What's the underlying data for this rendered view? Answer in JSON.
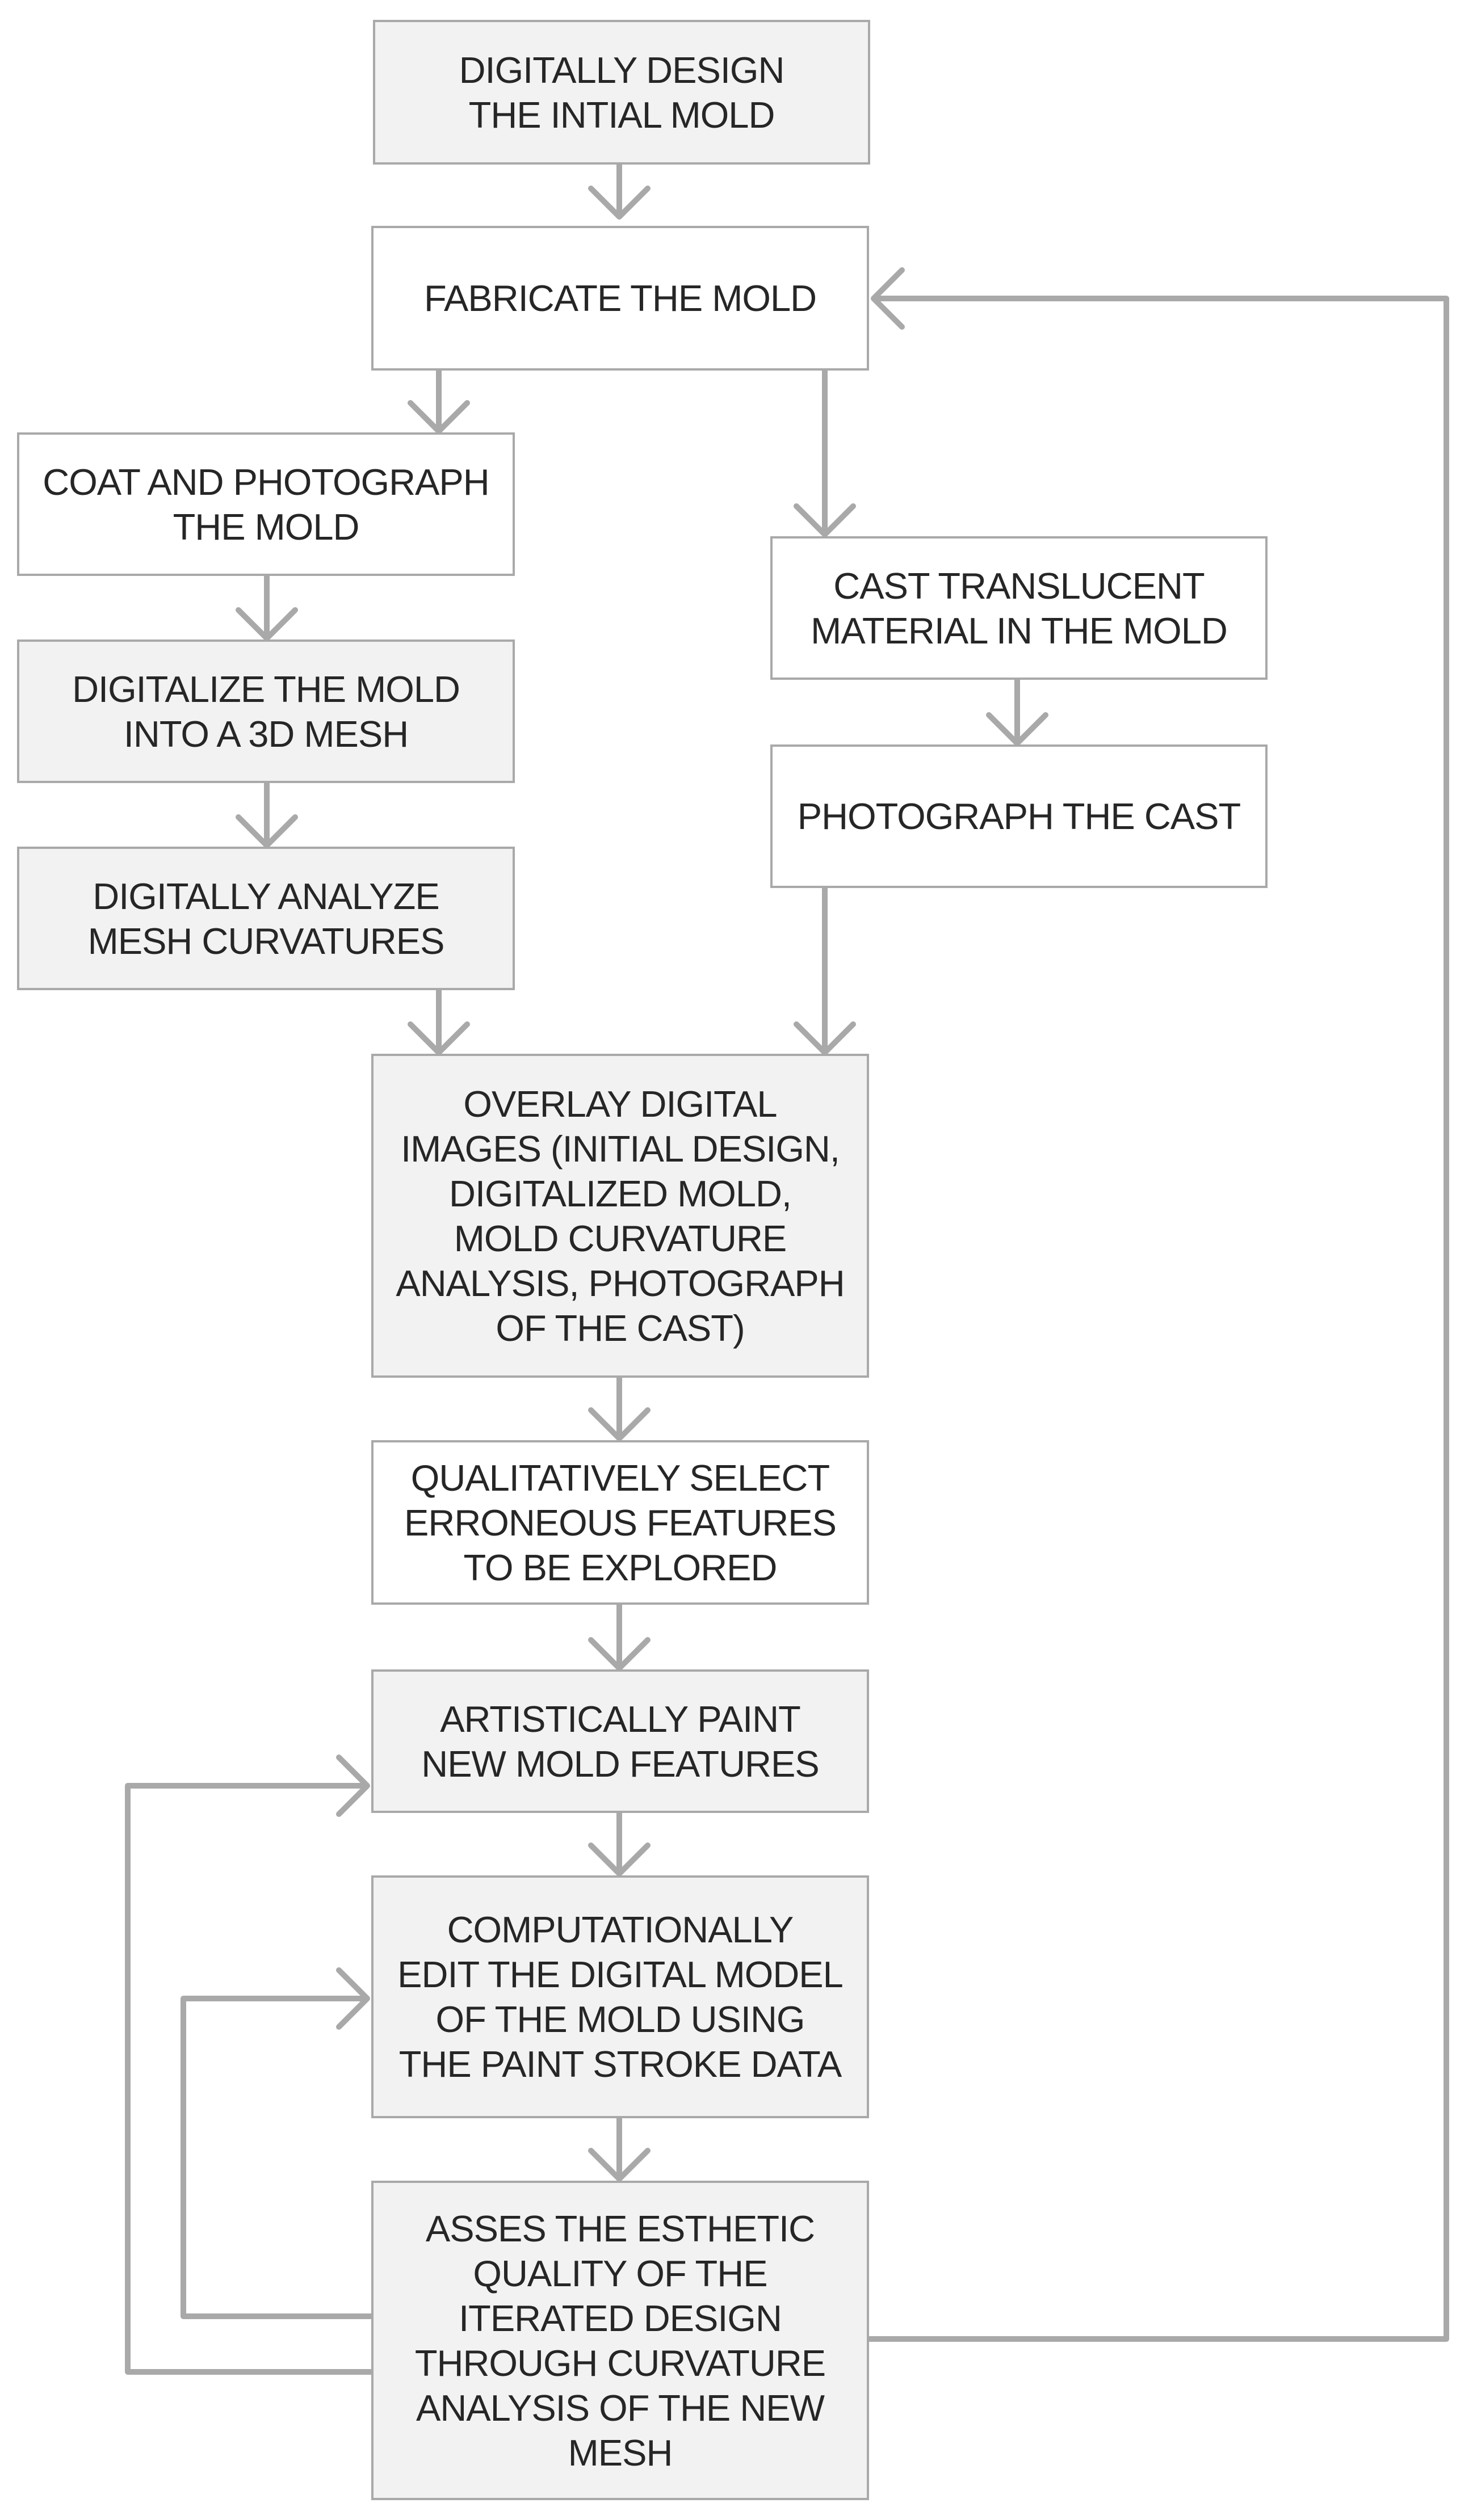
{
  "diagram": {
    "nodes": [
      {
        "id": "design",
        "text": "DIGITALLY DESIGN\nTHE INTIAL MOLD"
      },
      {
        "id": "fabricate",
        "text": "FABRICATE THE MOLD"
      },
      {
        "id": "coat",
        "text": "COAT AND PHOTOGRAPH\nTHE MOLD"
      },
      {
        "id": "digitalize",
        "text": "DIGITALIZE THE MOLD\nINTO A 3D MESH"
      },
      {
        "id": "analyze",
        "text": "DIGITALLY ANALYZE\nMESH CURVATURES"
      },
      {
        "id": "cast",
        "text": "CAST TRANSLUCENT\nMATERIAL IN THE MOLD"
      },
      {
        "id": "photo-cast",
        "text": "PHOTOGRAPH THE CAST"
      },
      {
        "id": "overlay",
        "text": "OVERLAY DIGITAL\nIMAGES (INITIAL DESIGN,\nDIGITALIZED MOLD,\nMOLD CURVATURE\nANALYSIS, PHOTOGRAPH\nOF THE CAST)"
      },
      {
        "id": "select",
        "text": "QUALITATIVELY SELECT\nERRONEOUS FEATURES\nTO BE EXPLORED"
      },
      {
        "id": "paint",
        "text": "ARTISTICALLY PAINT\nNEW MOLD FEATURES"
      },
      {
        "id": "edit",
        "text": "COMPUTATIONALLY\nEDIT THE DIGITAL MODEL\nOF THE MOLD USING\nTHE PAINT STROKE DATA"
      },
      {
        "id": "assess",
        "text": "ASSES THE ESTHETIC\nQUALITY OF THE\nITERATED DESIGN\nTHROUGH CURVATURE\nANALYSIS OF THE NEW\nMESH"
      }
    ],
    "edges": [
      {
        "from": "design",
        "to": "fabricate"
      },
      {
        "from": "fabricate",
        "to": "coat"
      },
      {
        "from": "fabricate",
        "to": "cast"
      },
      {
        "from": "coat",
        "to": "digitalize"
      },
      {
        "from": "digitalize",
        "to": "analyze"
      },
      {
        "from": "cast",
        "to": "photo-cast"
      },
      {
        "from": "analyze",
        "to": "overlay"
      },
      {
        "from": "photo-cast",
        "to": "overlay"
      },
      {
        "from": "overlay",
        "to": "select"
      },
      {
        "from": "select",
        "to": "paint"
      },
      {
        "from": "paint",
        "to": "edit"
      },
      {
        "from": "edit",
        "to": "assess"
      },
      {
        "from": "assess",
        "to": "fabricate"
      },
      {
        "from": "assess",
        "to": "paint"
      },
      {
        "from": "assess",
        "to": "edit"
      }
    ],
    "colors": {
      "line": "#a9a9a9",
      "shaded_fill": "#f2f2f2",
      "plain_fill": "#ffffff",
      "text": "#262626"
    }
  }
}
